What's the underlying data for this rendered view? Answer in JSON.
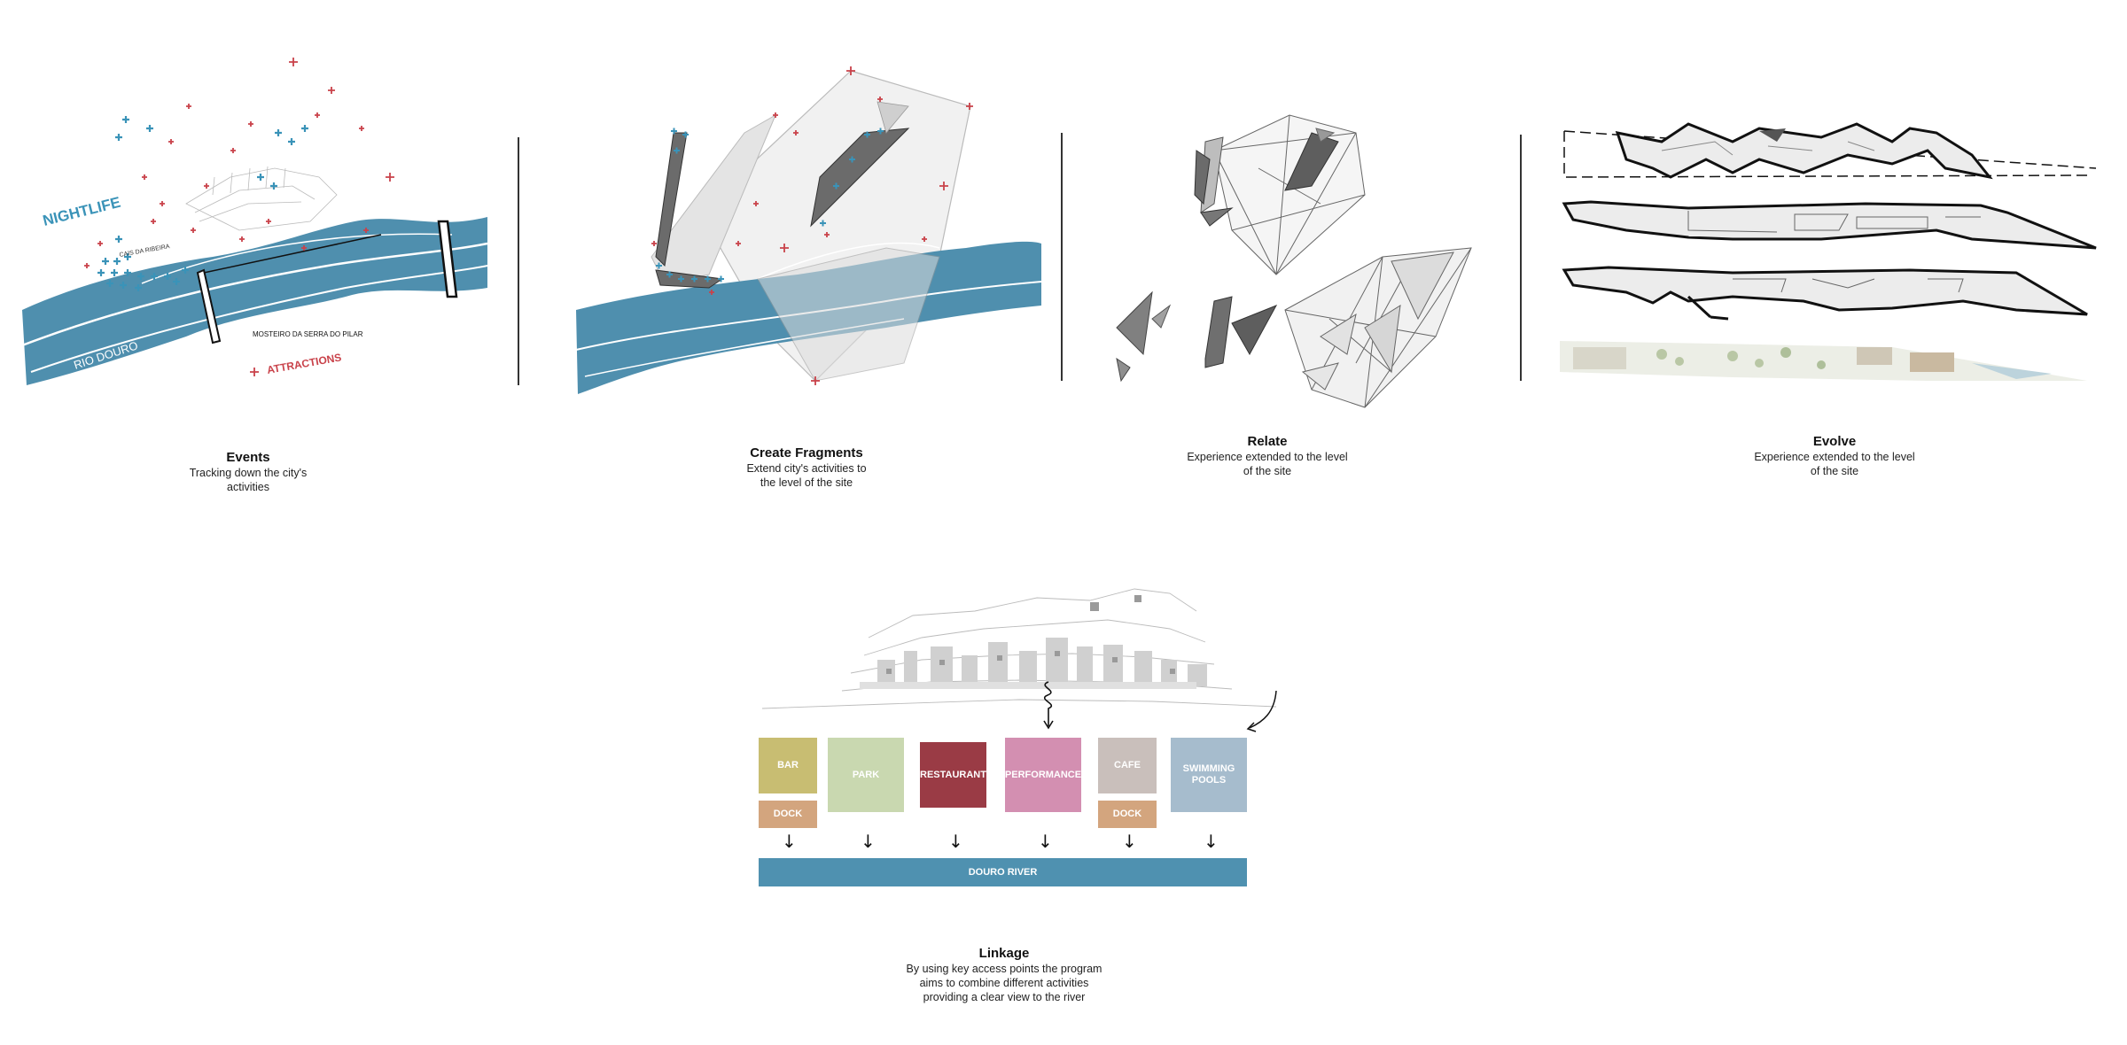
{
  "panels": [
    {
      "title": "Events",
      "text_line1": "Tracking down the city's",
      "text_line2": "activities"
    },
    {
      "title": "Create Fragments",
      "text_line1": "Extend city's activities to",
      "text_line2": "the level of the site"
    },
    {
      "title": "Relate",
      "text_line1": "Experience extended to the level",
      "text_line2": "of the site"
    },
    {
      "title": "Evolve",
      "text_line1": "Experience extended to the level",
      "text_line2": "of the site"
    }
  ],
  "events_map": {
    "nightlife_label": "NIGHTLIFE",
    "attractions_label": "ATTRACTIONS",
    "river_label": "RIO DOURO",
    "monastery_label": "MOSTEIRO DA SERRA DO PILAR",
    "quay_label": "CAIS DA RIBEIRA"
  },
  "linkage": {
    "title": "Linkage",
    "text_line1": "By using key access points the program",
    "text_line2": "aims to combine different activities",
    "text_line3": "providing a clear view to the river",
    "boxes": {
      "bar": "BAR",
      "park": "PARK",
      "restaurant": "RESTAURANT",
      "performance": "PERFORMANCE",
      "cafe": "CAFE",
      "pools_line1": "SWIMMING",
      "pools_line2": "POOLS",
      "dock1": "DOCK",
      "dock2": "DOCK"
    },
    "river": "DOURO RIVER"
  },
  "colors": {
    "river": "#4f8fae",
    "nightlife": "#3a93b8",
    "attraction": "#c9424a",
    "bar": "#c8bd72",
    "park": "#c9d8b0",
    "restaurant": "#9a3b45",
    "performance": "#d38fb1",
    "cafe": "#c9bfbb",
    "pools": "#a6bccd",
    "dock": "#d3a57e",
    "douro_river_bar": "#4f91b0"
  }
}
